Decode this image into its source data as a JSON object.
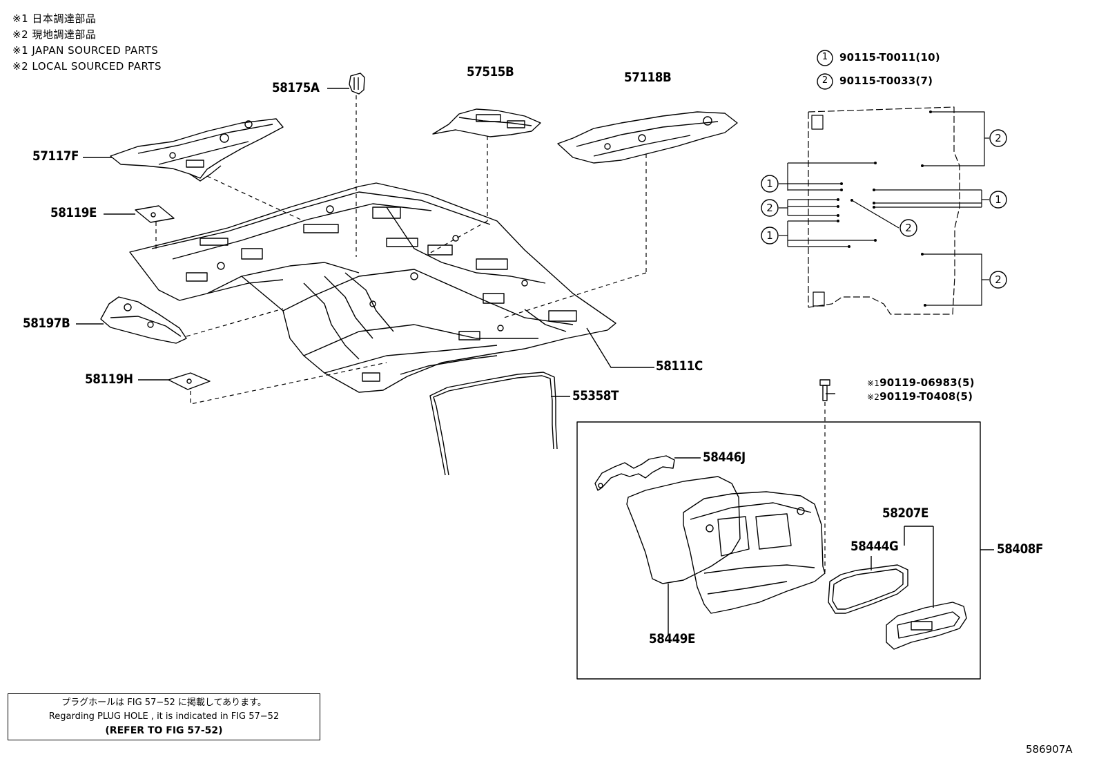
{
  "legend": [
    "※1 日本調達部品",
    "※2 現地調達部品",
    "※1 JAPAN SOURCED PARTS",
    "※2 LOCAL SOURCED PARTS"
  ],
  "parts": {
    "p58175A": "58175A",
    "p57515B": "57515B",
    "p57118B": "57118B",
    "p57117F": "57117F",
    "p58119E": "58119E",
    "p58197B": "58197B",
    "p58119H": "58119H",
    "p58111C": "58111C",
    "p55358T": "55358T",
    "p58446J": "58446J",
    "p58207E": "58207E",
    "p58444G": "58444G",
    "p58408F": "58408F",
    "p58449E": "58449E"
  },
  "fasteners": {
    "f1_num": "1",
    "f1_code": "90115-T0011(10)",
    "f2_num": "2",
    "f2_code": "90115-T0033(7)",
    "bolt1_mark": "※1",
    "bolt1_code": "90119-06983(5)",
    "bolt2_mark": "※2",
    "bolt2_code": "90119-T0408(5)"
  },
  "callouts": {
    "one": "1",
    "two": "2"
  },
  "note": {
    "line1": "プラグホールは FIG 57−52 に掲載してあります。",
    "line2": "Regarding  PLUG  HOLE , it is indicated in  FIG  57−52",
    "line3": "(REFER TO FIG 57-52)"
  },
  "figure_id": "586907A"
}
